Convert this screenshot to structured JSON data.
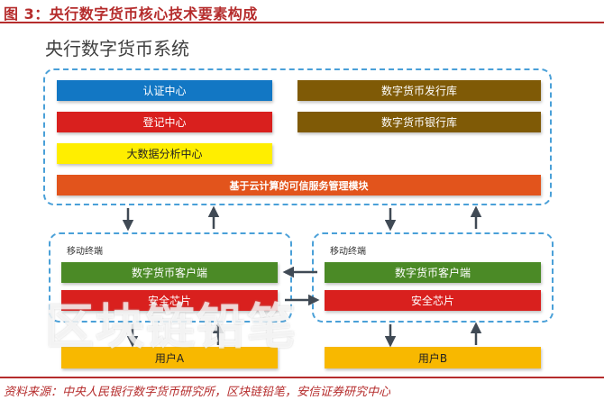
{
  "figure": {
    "title": "图 3：央行数字货币核心技术要素构成",
    "source": "资料来源：中央人民银行数字货币研究所，区块链铅笔，安信证券研究中心",
    "watermark": "区块链铅笔"
  },
  "central_bank": {
    "title": "央行数字货币系统",
    "left_modules": [
      {
        "label": "认证中心",
        "color": "#1277c4"
      },
      {
        "label": "登记中心",
        "color": "#d9201e"
      },
      {
        "label": "大数据分析中心",
        "color": "#ffee00"
      }
    ],
    "right_modules": [
      {
        "label": "数字货币发行库",
        "color": "#7f5a06"
      },
      {
        "label": "数字货币银行库",
        "color": "#7f5a06"
      }
    ],
    "cloud_service": {
      "label": "基于云计算的可信服务管理模块",
      "color": "#e2541c"
    }
  },
  "terminals": [
    {
      "label": "移动终端",
      "client": {
        "label": "数字货币客户端",
        "color": "#4b8a26"
      },
      "chip": {
        "label": "安全芯片",
        "color": "#d9201e"
      },
      "user": {
        "label": "用户A",
        "color": "#f8b800"
      }
    },
    {
      "label": "移动终端",
      "client": {
        "label": "数字货币客户端",
        "color": "#4b8a26"
      },
      "chip": {
        "label": "安全芯片",
        "color": "#d9201e"
      },
      "user": {
        "label": "用户B",
        "color": "#f8b800"
      }
    }
  ]
}
